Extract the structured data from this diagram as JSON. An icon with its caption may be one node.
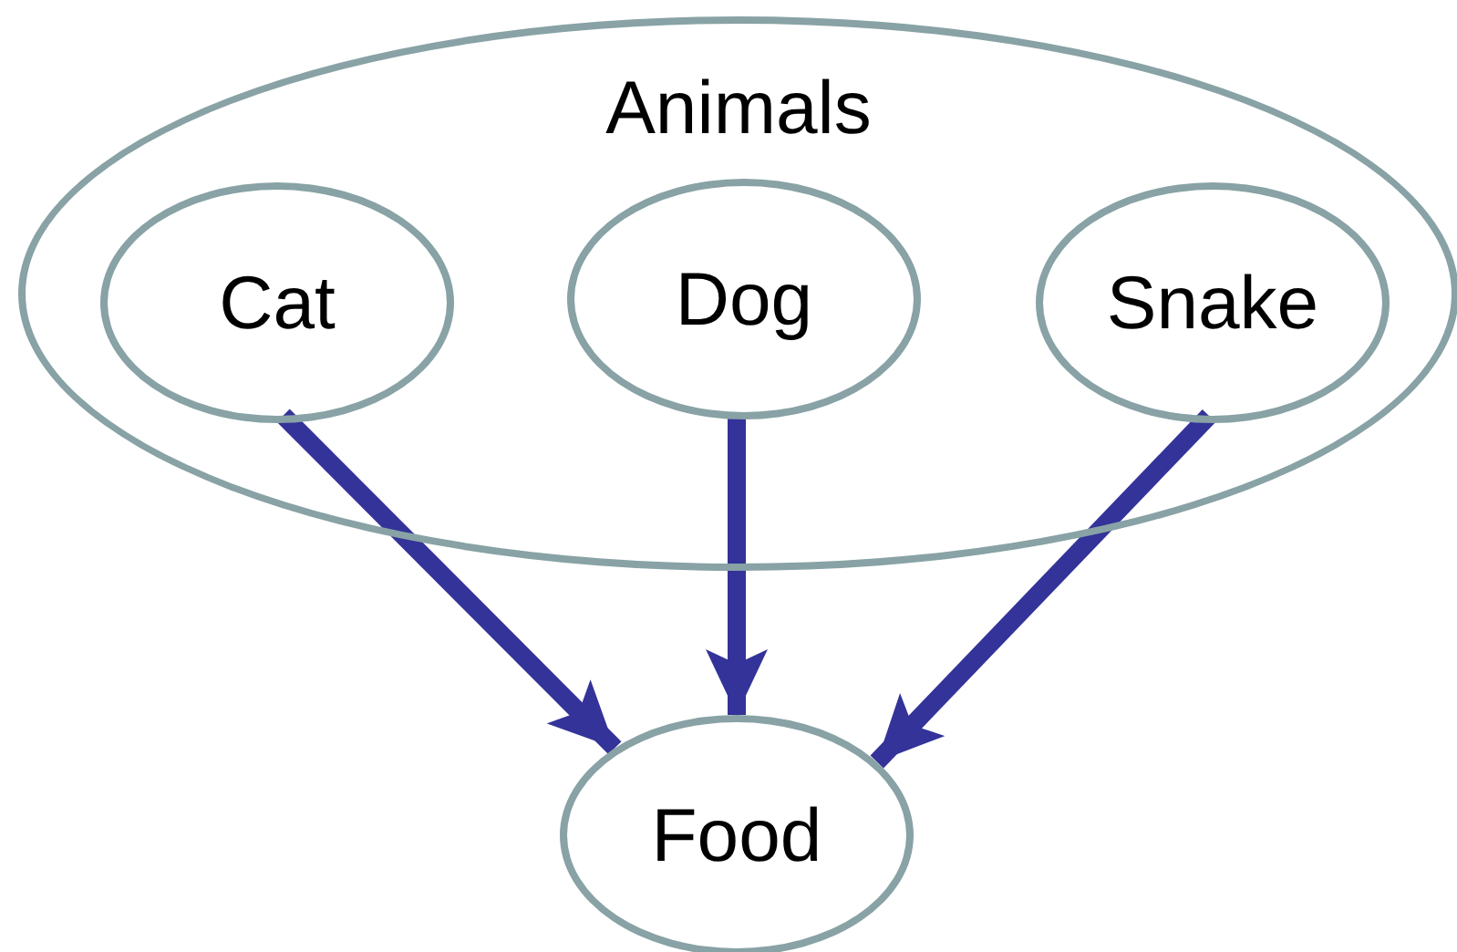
{
  "diagram": {
    "nodes": [
      {
        "text": [
          "Animals"
        ]
      },
      {
        "text": [
          "Cat"
        ],
        "in": 0
      },
      {
        "text": [
          "Dog"
        ],
        "in": 0
      },
      {
        "text": [
          "Snake"
        ],
        "in": 0
      },
      {
        "text": [
          "Food"
        ]
      }
    ],
    "edges": [
      {
        "from": 1,
        "to": 4,
        "arrow": "to"
      },
      {
        "from": 2,
        "to": 4,
        "arrow": "to"
      },
      {
        "from": 3,
        "to": 4,
        "arrow": "to"
      }
    ]
  }
}
